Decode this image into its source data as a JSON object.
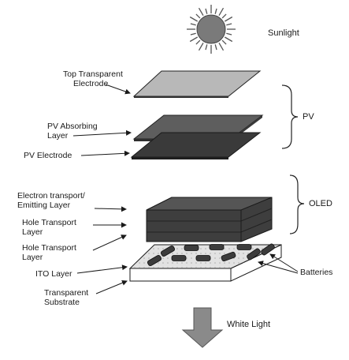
{
  "labels": {
    "sunlight": "Sunlight",
    "top_electrode_1": "Top Transparent",
    "top_electrode_2": "Electrode",
    "pv_absorbing_1": "PV Absorbing",
    "pv_absorbing_2": "Layer",
    "pv_electrode": "PV Electrode",
    "pv": "PV",
    "electron_transport_1": "Electron transport/",
    "electron_transport_2": "Emitting Layer",
    "hole_transport_a_1": "Hole Transport",
    "hole_transport_a_2": "Layer",
    "hole_transport_b_1": "Hole Transport",
    "hole_transport_b_2": "Layer",
    "oled": "OLED",
    "ito_layer": "ITO Layer",
    "batteries": "Batteries",
    "substrate_1": "Transparent",
    "substrate_2": "Substrate",
    "white_light": "White Light"
  },
  "colors": {
    "top_electrode": "#b3b3b3",
    "pv_absorbing": "#5e5e5e",
    "pv_electrode": "#3a3a3a",
    "oled_top": "#555555",
    "oled_side": "#3f3f3f",
    "ito": "#e6e6e6",
    "battery": "#3c3c3c",
    "sun": "#777777",
    "arrow": "#7a7a7a"
  },
  "icons": {
    "sun": "sun-icon",
    "down_arrow": "white-light-arrow-icon"
  }
}
